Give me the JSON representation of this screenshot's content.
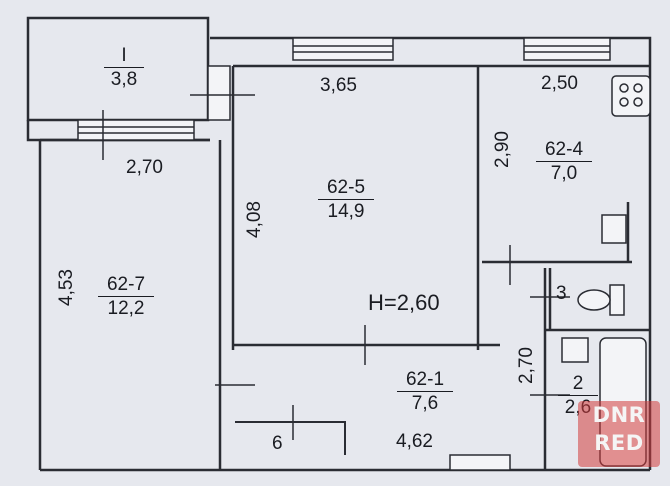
{
  "rooms": [
    {
      "id": "balcony",
      "number": "I",
      "area": "3,8"
    },
    {
      "id": "living",
      "number": "62-5",
      "area": "14,9"
    },
    {
      "id": "kitchen",
      "number": "62-4",
      "area": "7,0"
    },
    {
      "id": "bedroom",
      "number": "62-7",
      "area": "12,2"
    },
    {
      "id": "hall",
      "number": "62-1",
      "area": "7,6"
    },
    {
      "id": "bath",
      "number": "2",
      "area": "2,6"
    }
  ],
  "dimensions": {
    "living_width": "3,65",
    "kitchen_width": "2,50",
    "balcony_width": "2,70",
    "kitchen_length": "2,90",
    "living_length": "4,08",
    "bedroom_length": "4,53",
    "hall_length": "2,70",
    "hall_width": "4,62"
  },
  "ceiling_height": "H=2,60",
  "misc_labels": {
    "toilet": "3",
    "closet": "6"
  },
  "watermark": {
    "line1": "DNR",
    "line2": "RED"
  }
}
